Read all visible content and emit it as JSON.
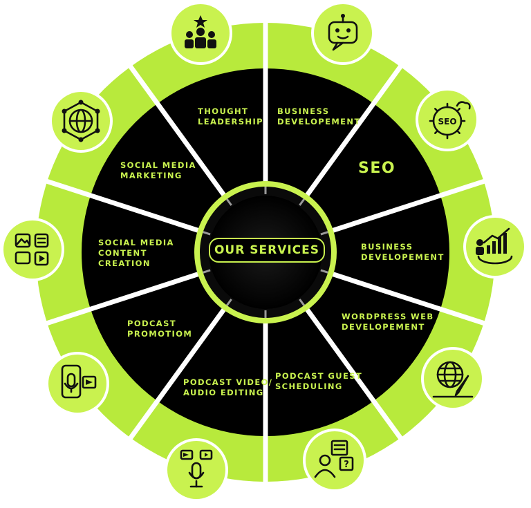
{
  "center": {
    "title": "OUR SERVICES"
  },
  "colors": {
    "accent": "#c9f24f",
    "dark": "#000000",
    "ring": "#b8ea3c",
    "divider": "#ffffff"
  },
  "segments": [
    {
      "lines": [
        "THOUGHT",
        "LEADERSHIP"
      ],
      "icon": "team-leader-icon"
    },
    {
      "lines": [
        "BUSINESS",
        "DEVELOPEMENT"
      ],
      "icon": "chatbot-icon"
    },
    {
      "lines": [
        "SEO"
      ],
      "icon": "seo-gear-icon"
    },
    {
      "lines": [
        "BUSINESS",
        "DEVELOPEMENT"
      ],
      "icon": "growth-chart-icon"
    },
    {
      "lines": [
        "WORDPRESS WEB",
        "DEVELOPEMENT"
      ],
      "icon": "globe-pen-icon"
    },
    {
      "lines": [
        "PODCAST GUEST",
        "SCHEDULING"
      ],
      "icon": "guest-interview-icon"
    },
    {
      "lines": [
        "PODCAST VIDEO/",
        "AUDIO EDITING"
      ],
      "icon": "microphone-media-icon"
    },
    {
      "lines": [
        "PODCAST",
        "PROMOTIOM"
      ],
      "icon": "phone-microphone-icon"
    },
    {
      "lines": [
        "SOCIAL MEDIA",
        "CONTENT",
        "CREATION"
      ],
      "icon": "content-grid-icon"
    },
    {
      "lines": [
        "SOCIAL MEDIA",
        "MARKETING"
      ],
      "icon": "global-network-icon"
    }
  ]
}
